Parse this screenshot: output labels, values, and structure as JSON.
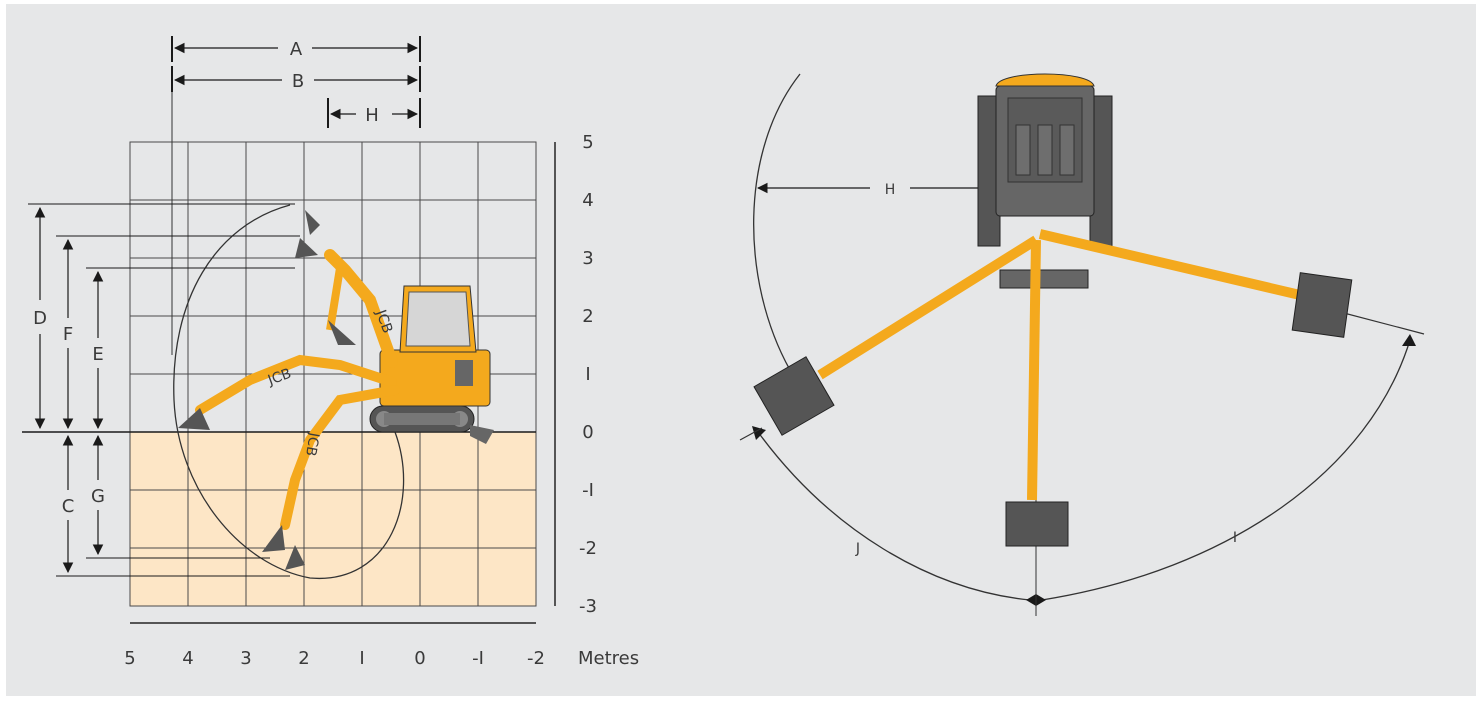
{
  "side_view": {
    "dimension_labels": {
      "a": "A",
      "b": "B",
      "h": "H",
      "d": "D",
      "f": "F",
      "e": "E",
      "c": "C",
      "g": "G"
    },
    "vertical_scale": [
      "5",
      "4",
      "3",
      "2",
      "I",
      "0",
      "-I",
      "-2",
      "-3"
    ],
    "horizontal_scale": [
      "5",
      "4",
      "3",
      "2",
      "I",
      "0",
      "-I",
      "-2"
    ],
    "unit": "Metres",
    "arm_logo": "JCB"
  },
  "top_view": {
    "dimension_labels": {
      "h": "H",
      "i": "I",
      "j": "J"
    }
  },
  "colors": {
    "panel": "#e6e7e8",
    "ground": "#fde6c6",
    "grid": "#4a4a4a",
    "machine": "#f4a91d",
    "machine_dark": "#555555"
  }
}
